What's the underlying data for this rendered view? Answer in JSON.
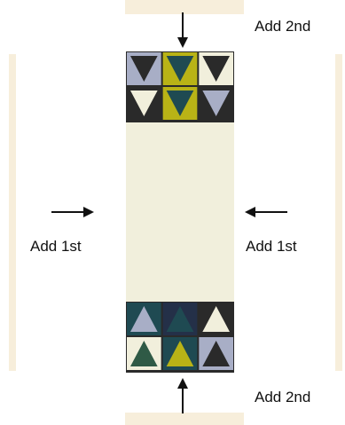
{
  "labels": {
    "top": "Add 2nd",
    "left": "Add 1st",
    "right": "Add 1st",
    "bottom": "Add 2nd"
  },
  "colors": {
    "strip": "#f7eedb",
    "center_panel": "#f1efdc",
    "quilt_dark": "#2a2a2a",
    "olive": "#b9b316",
    "teal": "#1f4a52",
    "navy": "#243048",
    "lavender": "#a8aec6",
    "cream": "#f1efdc",
    "green": "#2f5a46",
    "arrow": "#111111"
  },
  "top_blocks": [
    {
      "bg": "#a8aec6",
      "fg": "#2a2a2a"
    },
    {
      "bg": "#b9b316",
      "fg": "#1f4a52"
    },
    {
      "bg": "#f1efdc",
      "fg": "#2a2a2a"
    },
    {
      "bg": "#2a2a2a",
      "fg": "#f1efdc"
    },
    {
      "bg": "#b9b316",
      "fg": "#1f4a52"
    },
    {
      "bg": "#2a2a2a",
      "fg": "#a8aec6"
    }
  ],
  "bottom_blocks": [
    {
      "bg": "#1f4a52",
      "fg": "#a8aec6"
    },
    {
      "bg": "#243048",
      "fg": "#1f4a52"
    },
    {
      "bg": "#2a2a2a",
      "fg": "#f1efdc"
    },
    {
      "bg": "#f1efdc",
      "fg": "#2f5a46"
    },
    {
      "bg": "#1f4a52",
      "fg": "#b9b316"
    },
    {
      "bg": "#a8aec6",
      "fg": "#2a2a2a"
    }
  ]
}
